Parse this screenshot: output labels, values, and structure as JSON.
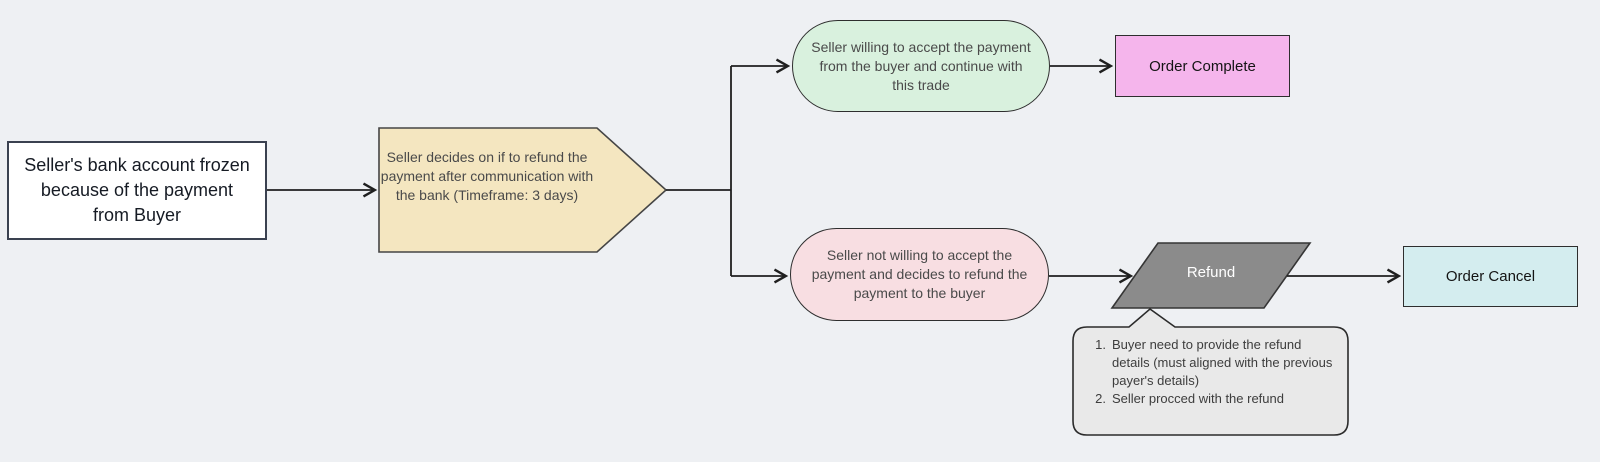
{
  "page": {
    "background_color": "#eef0f3",
    "connector_color": "#1f1f1f"
  },
  "nodes": {
    "start": {
      "label": "Seller's bank account frozen because of the payment from Buyer",
      "fill": "#ffffff",
      "border": "#3a4150"
    },
    "decision": {
      "label": "Seller decides on if to refund the payment after communication with the bank (Timeframe: 3 days)",
      "fill": "#f4e6c0",
      "border": "#454545",
      "shape": "pentagon-arrow-right"
    },
    "accept": {
      "label": "Seller willing to accept the payment from the buyer and continue with this trade",
      "fill": "#d9f1de",
      "shape": "stadium"
    },
    "order_complete": {
      "label": "Order Complete",
      "fill": "#f5b5ec",
      "shape": "rectangle"
    },
    "reject": {
      "label": "Seller not willing to accept the payment and decides to refund the payment to the buyer",
      "fill": "#f8dee2",
      "shape": "stadium"
    },
    "refund": {
      "label": "Refund",
      "fill": "#8b8b8b",
      "text_color": "#ffffff",
      "shape": "parallelogram"
    },
    "order_cancel": {
      "label": "Order Cancel",
      "fill": "#d4edef",
      "shape": "rectangle"
    },
    "note": {
      "fill": "#e9e9e9",
      "shape": "callout",
      "items": [
        {
          "num": "1.",
          "text": "Buyer need to provide the refund details (must aligned with the previous payer's details)"
        },
        {
          "num": "2.",
          "text": "Seller procced with the refund"
        }
      ]
    }
  }
}
